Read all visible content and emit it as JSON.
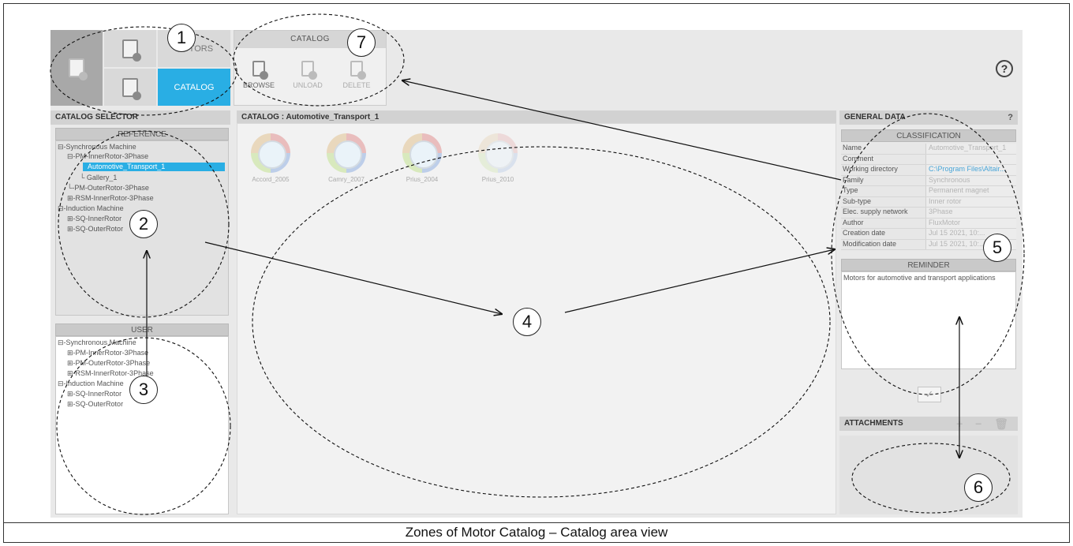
{
  "caption": "Zones of Motor Catalog – Catalog area view",
  "mode_grid": {
    "motors_label": "MOTORS",
    "catalog_label": "CATALOG"
  },
  "ribbon": {
    "title": "CATALOG",
    "browse": "BROWSE",
    "unload": "UNLOAD",
    "delete": "DELETE"
  },
  "help_symbol": "?",
  "catalog_selector": {
    "title": "CATALOG SELECTOR",
    "reference": {
      "title": "REFERENCE",
      "items": [
        "Synchronous Machine",
        "PM-InnerRotor-3Phase",
        "Automotive_Transport_1",
        "Gallery_1",
        "PM-OuterRotor-3Phase",
        "RSM-InnerRotor-3Phase",
        "Induction Machine",
        "SQ-InnerRotor",
        "SQ-OuterRotor"
      ]
    },
    "user": {
      "title": "USER",
      "items": [
        "Synchronous Machine",
        "PM-InnerRotor-3Phase",
        "PM-OuterRotor-3Phase",
        "RSM-InnerRotor-3Phase",
        "Induction Machine",
        "SQ-InnerRotor",
        "SQ-OuterRotor"
      ]
    }
  },
  "catalog": {
    "title": "CATALOG : Automotive_Transport_1",
    "motors": [
      "Accord_2005",
      "Camry_2007",
      "Prius_2004",
      "Prius_2010"
    ]
  },
  "general_data": {
    "title": "GENERAL DATA",
    "help": "?",
    "classification_title": "CLASSIFICATION",
    "rows": [
      {
        "key": "Name",
        "value": "Automotive_Transport_1"
      },
      {
        "key": "Comment",
        "value": ""
      },
      {
        "key": "Working directory",
        "value": "C:\\Program Files\\Altair..."
      },
      {
        "key": "Family",
        "value": "Synchronous"
      },
      {
        "key": "Type",
        "value": "Permanent magnet"
      },
      {
        "key": "Sub-type",
        "value": "Inner rotor"
      },
      {
        "key": "Elec. supply network",
        "value": "3Phase"
      },
      {
        "key": "Author",
        "value": "FluxMotor"
      },
      {
        "key": "Creation date",
        "value": "Jul 15 2021, 10:..."
      },
      {
        "key": "Modification date",
        "value": "Jul 15 2021, 10:..."
      }
    ],
    "reminder_title": "REMINDER",
    "reminder_text": "Motors for automotive and transport applications",
    "check": "✓"
  },
  "attachments": {
    "title": "ATTACHMENTS",
    "icons": "+ − 🗑"
  },
  "annotations": [
    "1",
    "2",
    "3",
    "4",
    "5",
    "6",
    "7"
  ]
}
